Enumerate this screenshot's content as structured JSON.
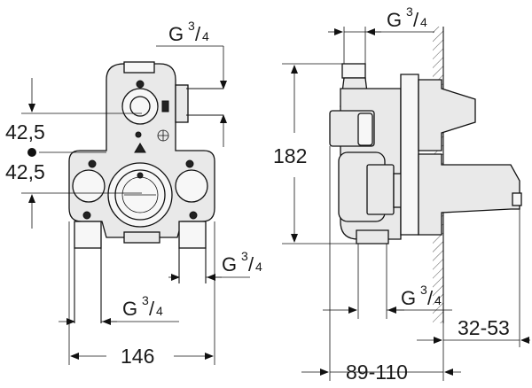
{
  "labels": {
    "thread_letter": "G",
    "thread_sup": "3",
    "thread_den": "4",
    "dim_42_top": "42,5",
    "dim_42_bottom": "42,5",
    "dim_182": "182",
    "dim_146": "146",
    "dim_89_110": "89-110",
    "dim_32_53": "32-53"
  }
}
